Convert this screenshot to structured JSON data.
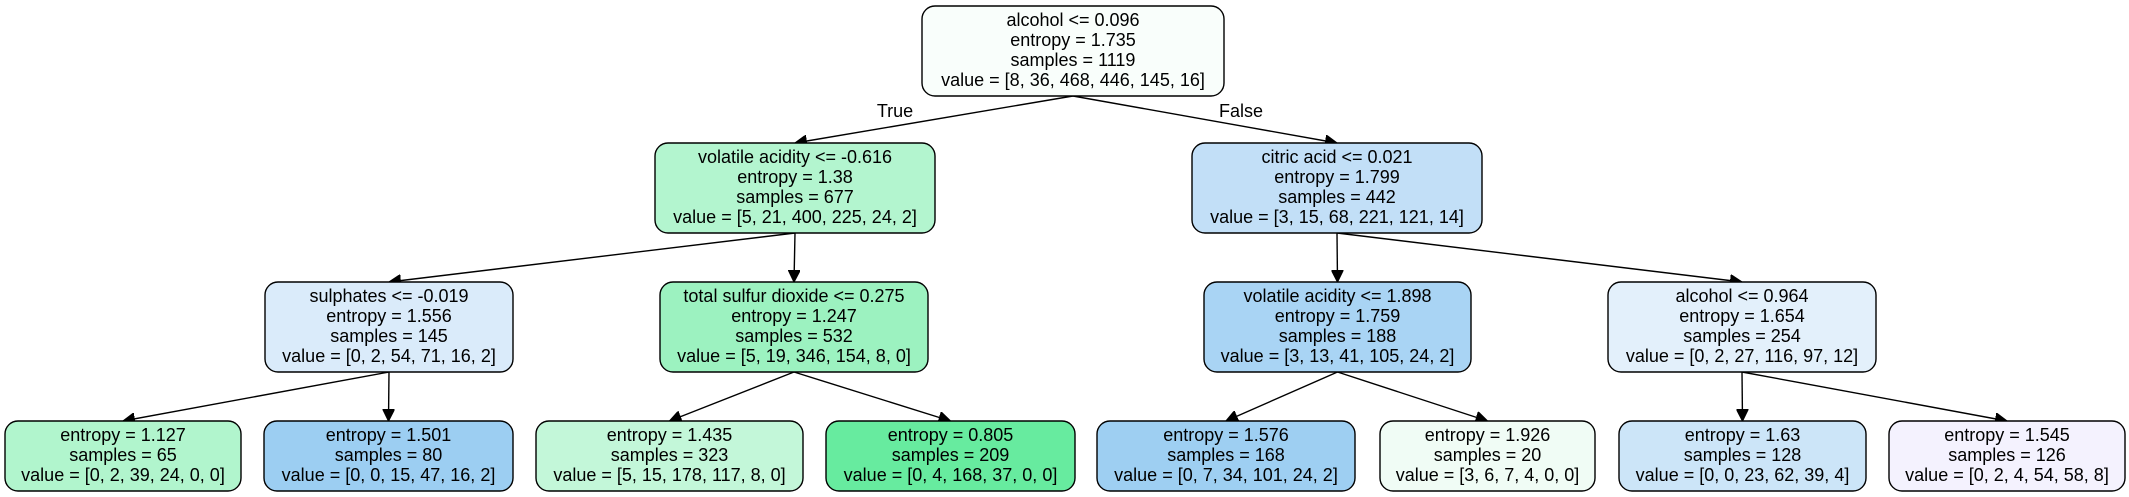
{
  "tree": {
    "edge_labels": {
      "true": "True",
      "false": "False"
    },
    "nodes": [
      {
        "id": "n0",
        "fill": "#f9fefb",
        "lines": [
          "alcohol <= 0.096",
          "entropy = 1.735",
          "samples = 1119",
          "value = [8, 36, 468, 446, 145, 16]"
        ]
      },
      {
        "id": "n1",
        "fill": "#b3f5cf",
        "lines": [
          "volatile acidity <= -0.616",
          "entropy = 1.38",
          "samples = 677",
          "value = [5, 21, 400, 225, 24, 2]"
        ]
      },
      {
        "id": "n2",
        "fill": "#c2dff7",
        "lines": [
          "citric acid <= 0.021",
          "entropy = 1.799",
          "samples = 442",
          "value = [3, 15, 68, 221, 121, 14]"
        ]
      },
      {
        "id": "n3",
        "fill": "#daebfa",
        "lines": [
          "sulphates <= -0.019",
          "entropy = 1.556",
          "samples = 145",
          "value = [0, 2, 54, 71, 16, 2]"
        ]
      },
      {
        "id": "n4",
        "fill": "#9cf2c0",
        "lines": [
          "total sulfur dioxide <= 0.275",
          "entropy = 1.247",
          "samples = 532",
          "value = [5, 19, 346, 154, 8, 0]"
        ]
      },
      {
        "id": "n5",
        "fill": "#a9d4f4",
        "lines": [
          "volatile acidity <= 1.898",
          "entropy = 1.759",
          "samples = 188",
          "value = [3, 13, 41, 105, 24, 2]"
        ]
      },
      {
        "id": "n6",
        "fill": "#e3f0fb",
        "lines": [
          "alcohol <= 0.964",
          "entropy = 1.654",
          "samples = 254",
          "value = [0, 2, 27, 116, 97, 12]"
        ]
      },
      {
        "id": "n7",
        "fill": "#b1f5cd",
        "lines": [
          "entropy = 1.127",
          "samples = 65",
          "value = [0, 2, 39, 24, 0, 0]"
        ]
      },
      {
        "id": "n8",
        "fill": "#9ccef2",
        "lines": [
          "entropy = 1.501",
          "samples = 80",
          "value = [0, 0, 15, 47, 16, 2]"
        ]
      },
      {
        "id": "n9",
        "fill": "#c3f7d9",
        "lines": [
          "entropy = 1.435",
          "samples = 323",
          "value = [5, 15, 178, 117, 8, 0]"
        ]
      },
      {
        "id": "n10",
        "fill": "#67eb9f",
        "lines": [
          "entropy = 0.805",
          "samples = 209",
          "value = [0, 4, 168, 37, 0, 0]"
        ]
      },
      {
        "id": "n11",
        "fill": "#9ecff2",
        "lines": [
          "entropy = 1.576",
          "samples = 168",
          "value = [0, 7, 34, 101, 24, 2]"
        ]
      },
      {
        "id": "n12",
        "fill": "#f0fcf5",
        "lines": [
          "entropy = 1.926",
          "samples = 20",
          "value = [3, 6, 7, 4, 0, 0]"
        ]
      },
      {
        "id": "n13",
        "fill": "#cce5f8",
        "lines": [
          "entropy = 1.63",
          "samples = 128",
          "value = [0, 0, 23, 62, 39, 4]"
        ]
      },
      {
        "id": "n14",
        "fill": "#f4f2fe",
        "lines": [
          "entropy = 1.545",
          "samples = 126",
          "value = [0, 2, 4, 54, 58, 8]"
        ]
      }
    ]
  }
}
